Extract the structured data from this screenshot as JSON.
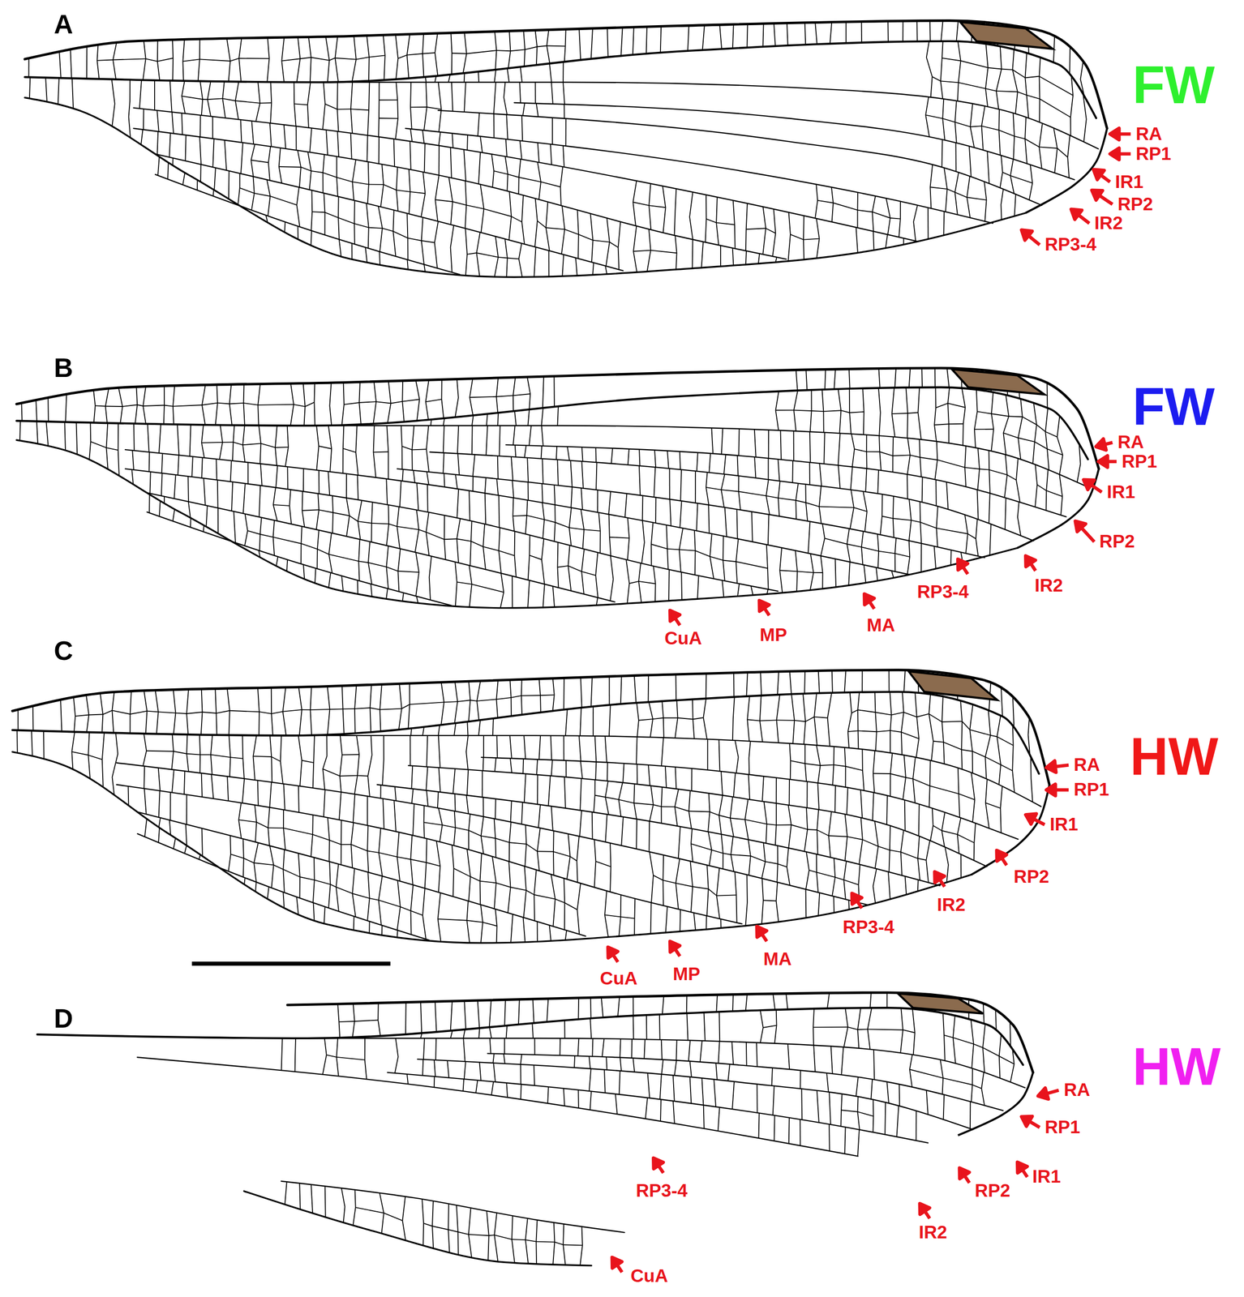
{
  "diagram": {
    "labels": [
      "A",
      "FW",
      "RA",
      "RP1",
      "IR1",
      "RP2",
      "IR2",
      "RP3-4",
      "B",
      "FW",
      "RA",
      "RP1",
      "IR1",
      "RP2",
      "RP3-4",
      "IR2",
      "CuA",
      "MP",
      "MA",
      "C",
      "HW",
      "RA",
      "RP1",
      "IR1",
      "RP2",
      "IR2",
      "RP3-4",
      "CuA",
      "MP",
      "MA",
      "D",
      "HW",
      "RA",
      "RP1",
      "RP2",
      "IR1",
      "RP3-4",
      "IR2",
      "CuA"
    ]
  }
}
